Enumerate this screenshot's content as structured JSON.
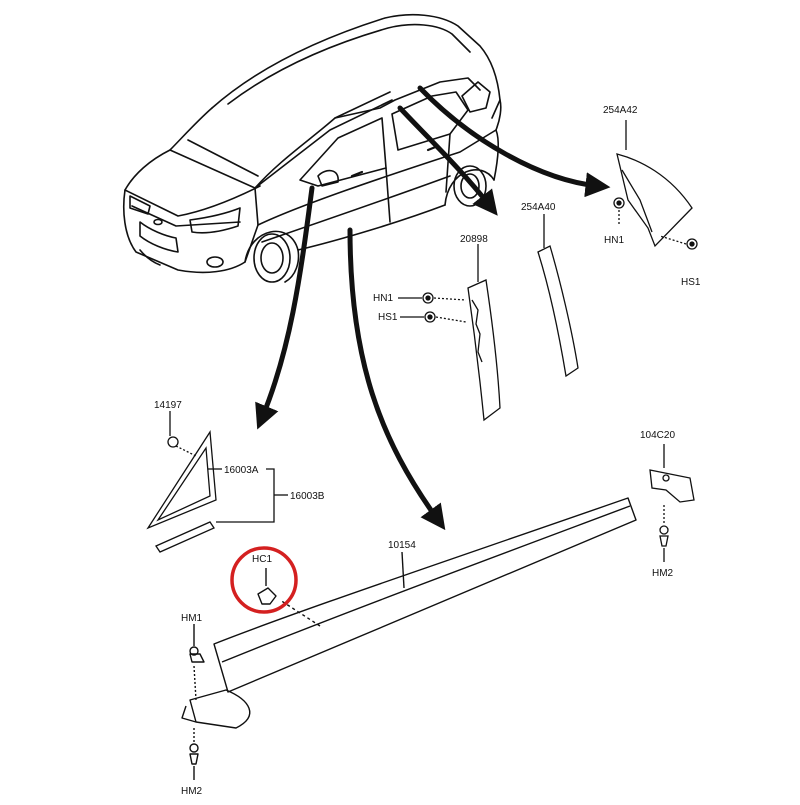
{
  "labels": {
    "p254A42": "254A42",
    "p254A40": "254A40",
    "p20898": "20898",
    "hn1_top": "HN1",
    "hs1_top": "HS1",
    "hn1_mid": "HN1",
    "hs1_mid": "HS1",
    "p14197": "14197",
    "p16003A": "16003A",
    "p16003B": "16003B",
    "p104C20": "104C20",
    "p10154": "10154",
    "hc1": "HC1",
    "hm1": "HM1",
    "hm2_left": "HM2",
    "hm2_right": "HM2"
  },
  "colors": {
    "line": "#111111",
    "highlight_circle": "#d42020",
    "arrow": "#111111"
  },
  "highlighted_part": "HC1"
}
